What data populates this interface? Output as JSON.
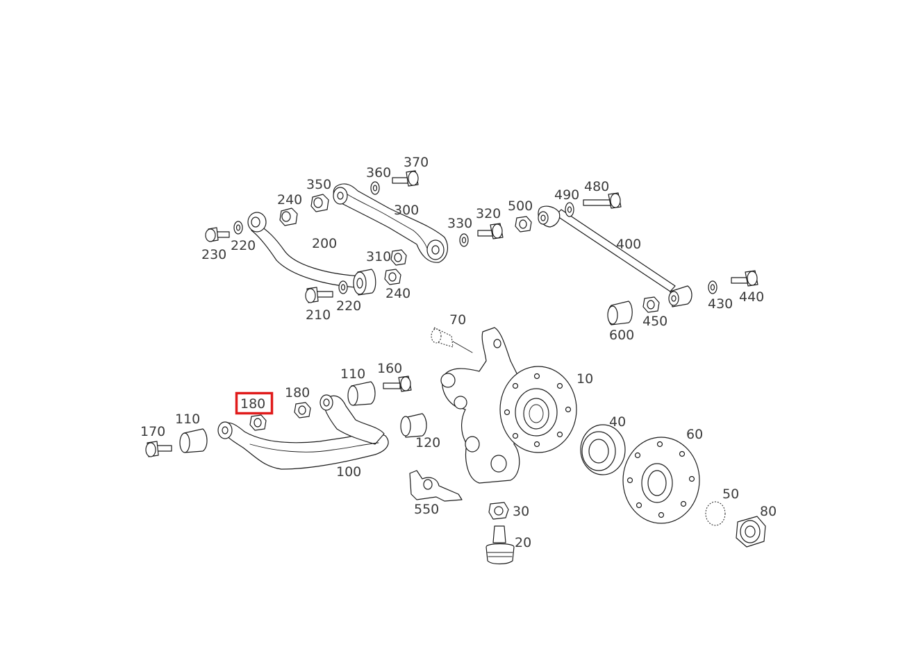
{
  "diagram": {
    "highlight_color": "#e01b1b",
    "labels": {
      "p10": "10",
      "p20": "20",
      "p30": "30",
      "p40": "40",
      "p50": "50",
      "p60": "60",
      "p70": "70",
      "p80": "80",
      "p100": "100",
      "p110a": "110",
      "p110b": "110",
      "p120": "120",
      "p160": "160",
      "p170": "170",
      "p180a": "180",
      "p180b": "180",
      "p200": "200",
      "p210": "210",
      "p220a": "220",
      "p220b": "220",
      "p230": "230",
      "p240a": "240",
      "p240b": "240",
      "p300": "300",
      "p310": "310",
      "p320": "320",
      "p330": "330",
      "p350": "350",
      "p360": "360",
      "p370": "370",
      "p400": "400",
      "p430": "430",
      "p440": "440",
      "p450": "450",
      "p480": "480",
      "p490": "490",
      "p500": "500",
      "p550": "550",
      "p600": "600"
    },
    "highlighted_label": "180"
  }
}
